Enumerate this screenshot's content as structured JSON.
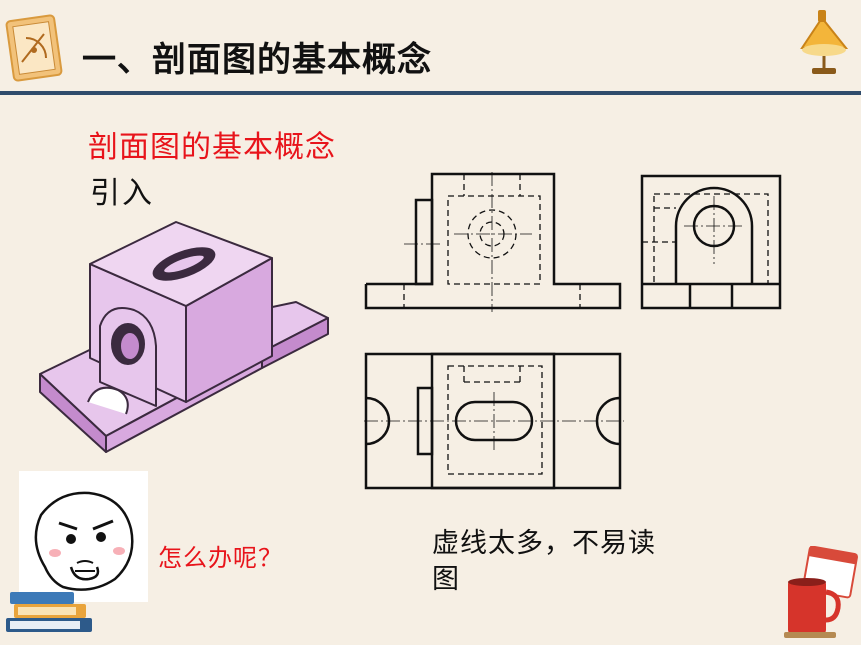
{
  "slide": {
    "title": "一、剖面图的基本概念",
    "subtitle": "剖面图的基本概念",
    "intro": "引入",
    "question": "怎么办呢？",
    "note": "虚线太多，不易读图"
  },
  "colors": {
    "accent_red": "#e8141b",
    "rule_navy": "#2f4c6b",
    "background": "#f6efe4",
    "part_face_light": "#e7c6ec",
    "part_face_mid": "#d8a9df",
    "part_face_dark": "#c48bcd"
  },
  "icons": {
    "top_left": "protractor-badge-icon",
    "top_right": "desk-lamp-icon",
    "bottom_left": "book-stack-icon",
    "bottom_right": "calendar-mug-icon",
    "face": "thinking-face-icon"
  }
}
